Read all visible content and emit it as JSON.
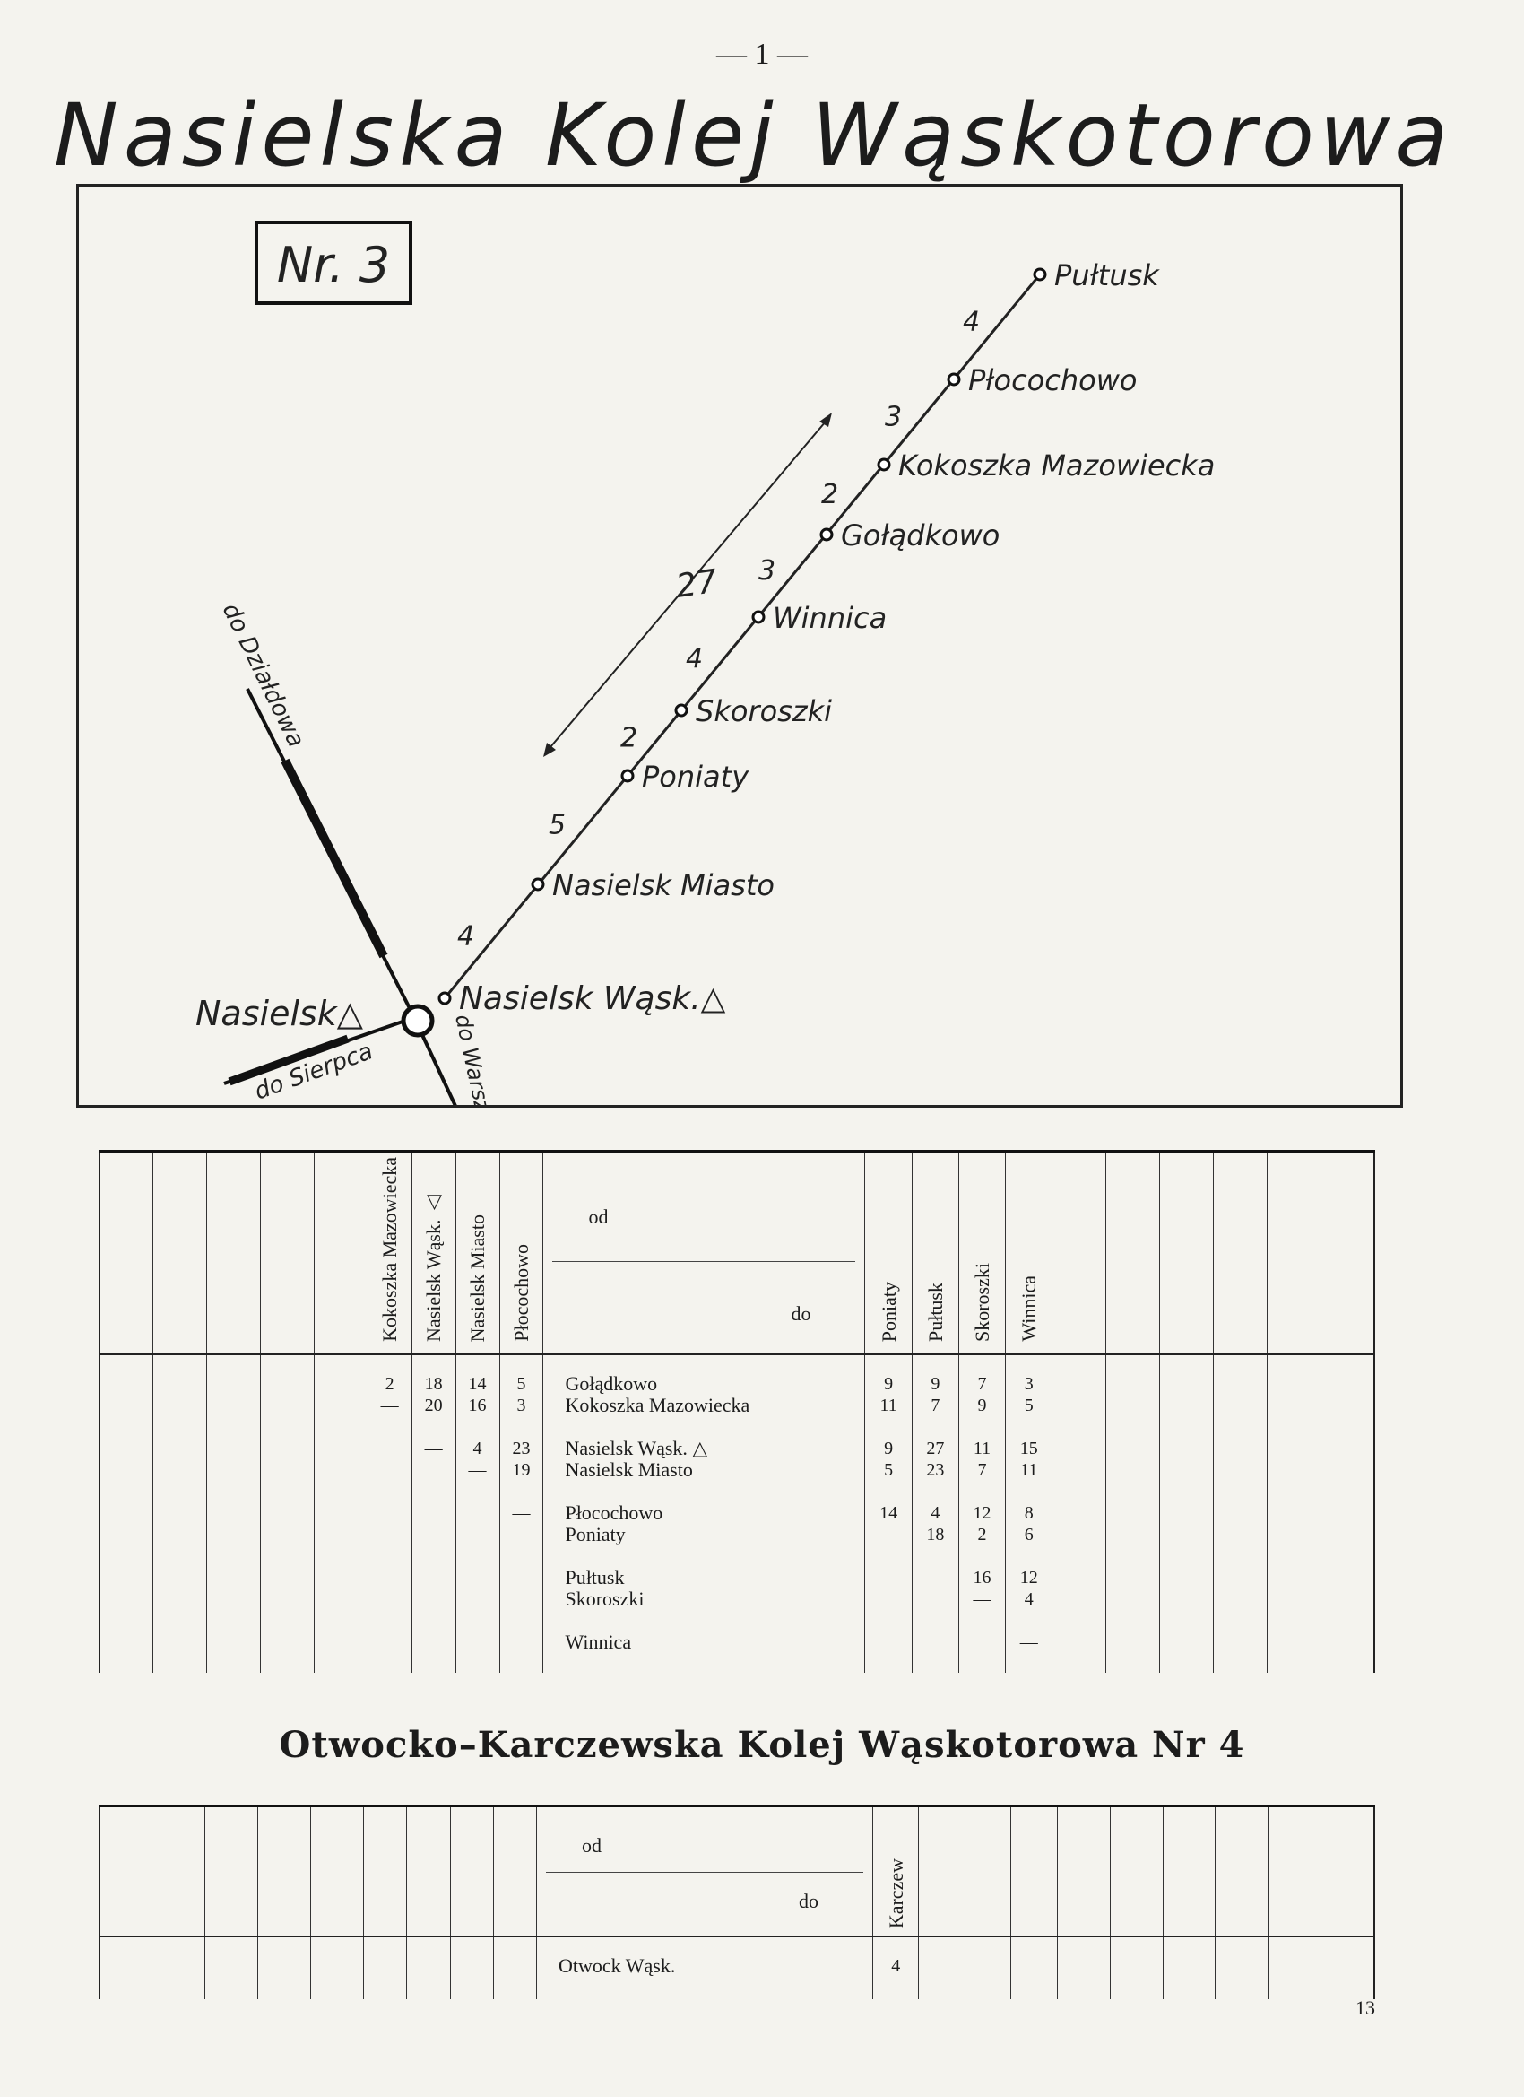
{
  "page": {
    "number": "— 1 —",
    "corner_number": "13"
  },
  "title": "Nasielska Kolej Wąskotorowa",
  "map": {
    "line_number": "Nr. 3",
    "total_distance": "27",
    "stations": [
      {
        "name": "Pułtusk",
        "km_to_next": ""
      },
      {
        "name": "Płocochowo",
        "km_to_next": "4"
      },
      {
        "name": "Kokoszka Mazowiecka",
        "km_to_next": "3"
      },
      {
        "name": "Gołądkowo",
        "km_to_next": "2"
      },
      {
        "name": "Winnica",
        "km_to_next": "3"
      },
      {
        "name": "Skoroszki",
        "km_to_next": "4"
      },
      {
        "name": "Poniaty",
        "km_to_next": "2"
      },
      {
        "name": "Nasielsk Miasto",
        "km_to_next": "5"
      },
      {
        "name": "Nasielsk Wąsk.△",
        "km_to_next": "4"
      }
    ],
    "junction_label": "Nasielsk△",
    "branch_up": "do Działdowa",
    "branch_left": "do Sierpca",
    "branch_down": "do Warszawy"
  },
  "table1": {
    "left_headers": [
      "Kokoszka Mazowiecka",
      "Nasielsk Wąsk. △",
      "Nasielsk Miasto",
      "Płocochowo"
    ],
    "from_label": "od",
    "to_label": "do",
    "right_headers": [
      "Poniaty",
      "Pułtusk",
      "Skoroszki",
      "Winnica"
    ],
    "stations": [
      "Gołądkowo",
      "Kokoszka Mazowiecka",
      "",
      "Nasielsk Wąsk. △",
      "Nasielsk Miasto",
      "",
      "Płocochowo",
      "Poniaty",
      "",
      "Pułtusk",
      "Skoroszki",
      "",
      "Winnica"
    ],
    "left_cols": [
      [
        "2",
        "—",
        "",
        "",
        "",
        "",
        "",
        "",
        "",
        "",
        "",
        "",
        ""
      ],
      [
        "18",
        "20",
        "",
        "—",
        "",
        "",
        "",
        "",
        "",
        "",
        "",
        "",
        ""
      ],
      [
        "14",
        "16",
        "",
        "4",
        "—",
        "",
        "",
        "",
        "",
        "",
        "",
        "",
        ""
      ],
      [
        "5",
        "3",
        "",
        "23",
        "19",
        "",
        "—",
        "",
        "",
        "",
        "",
        "",
        ""
      ]
    ],
    "right_cols": [
      [
        "9",
        "11",
        "",
        "9",
        "5",
        "",
        "14",
        "—",
        "",
        "",
        "",
        "",
        ""
      ],
      [
        "9",
        "7",
        "",
        "27",
        "23",
        "",
        "4",
        "18",
        "",
        "—",
        "",
        "",
        ""
      ],
      [
        "7",
        "9",
        "",
        "11",
        "7",
        "",
        "12",
        "2",
        "",
        "16",
        "—",
        "",
        ""
      ],
      [
        "3",
        "5",
        "",
        "15",
        "11",
        "",
        "8",
        "6",
        "",
        "12",
        "4",
        "",
        "—"
      ]
    ]
  },
  "subtitle": "Otwocko–Karczewska Kolej Wąskotorowa Nr 4",
  "table2": {
    "from_label": "od",
    "to_label": "do",
    "right_headers": [
      "Karczew"
    ],
    "stations": [
      "Otwock Wąsk."
    ],
    "right_cols": [
      [
        "4"
      ]
    ]
  }
}
